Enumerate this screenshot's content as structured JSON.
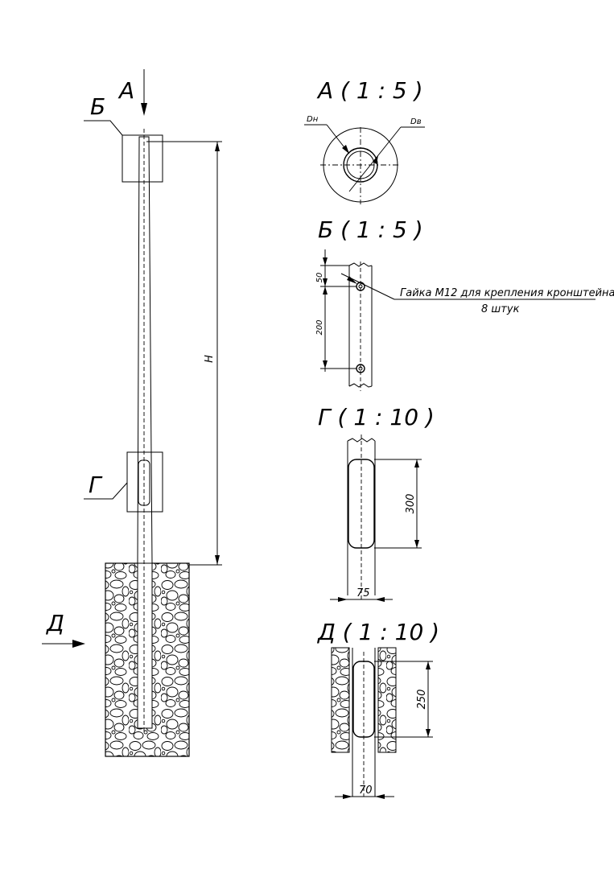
{
  "labels": {
    "view_a_arrow": "А",
    "view_b_callout": "Б",
    "view_g_callout": "Г",
    "view_d_arrow": "Д",
    "height_dim": "Н",
    "view_a_title": "А ( 1 : 5 )",
    "view_b_title": "Б ( 1 : 5 )",
    "view_g_title": "Г ( 1 : 10 )",
    "view_d_title": "Д ( 1 : 10 )",
    "dn_label": "Dн",
    "dv_label": "Dв",
    "nut_note_line1": "Гайка М12 для крепления кронштейна",
    "nut_note_line2": "8 штук",
    "dim_50": "50",
    "dim_200": "200",
    "dim_300": "300",
    "dim_75": "75",
    "dim_250": "250",
    "dim_70": "70"
  }
}
